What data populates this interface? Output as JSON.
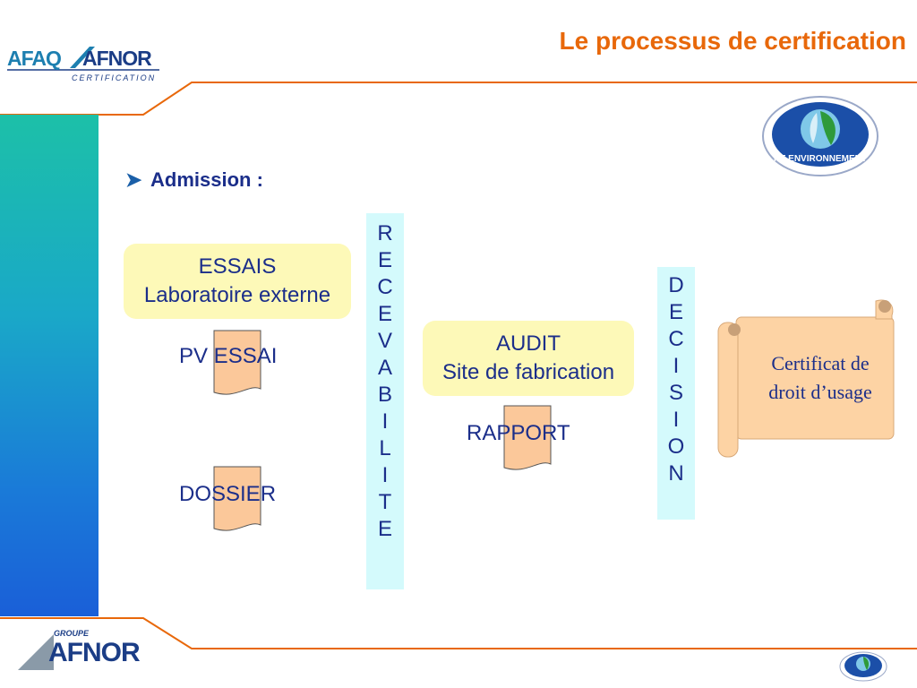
{
  "header": {
    "title": "Le processus de certification",
    "logo_afaq": "AFAQ",
    "logo_afnor": "AFNOR",
    "logo_cert": "CERTIFICATION"
  },
  "footer": {
    "logo_groupe": "GROUPE",
    "logo_afnor": "AFNOR"
  },
  "content": {
    "admission": "Admission :",
    "essais_line1": "ESSAIS",
    "essais_line2": "Laboratoire externe",
    "pv_essai": "PV ESSAI",
    "dossier": "DOSSIER",
    "audit_line1": "AUDIT",
    "audit_line2": "Site de fabrication",
    "rapport": "RAPPORT",
    "recevabilite": [
      "R",
      "E",
      "C",
      "E",
      "V",
      "A",
      "B",
      "I",
      "L",
      "I",
      "T",
      "E"
    ],
    "decision": [
      "D",
      "E",
      "C",
      "I",
      "S",
      "I",
      "O",
      "N"
    ],
    "certificat_line1": "Certificat de",
    "certificat_line2": "droit d’usage",
    "nf_badge": "NF ENVIRONNEMENT"
  },
  "colors": {
    "title": "#e8680a",
    "text": "#1b2e8a",
    "pill_fill": "#fdf9b8",
    "vbox_fill": "#d4fafc",
    "doc_fill": "#fbc89a",
    "scroll_fill": "#fdd3a4"
  }
}
